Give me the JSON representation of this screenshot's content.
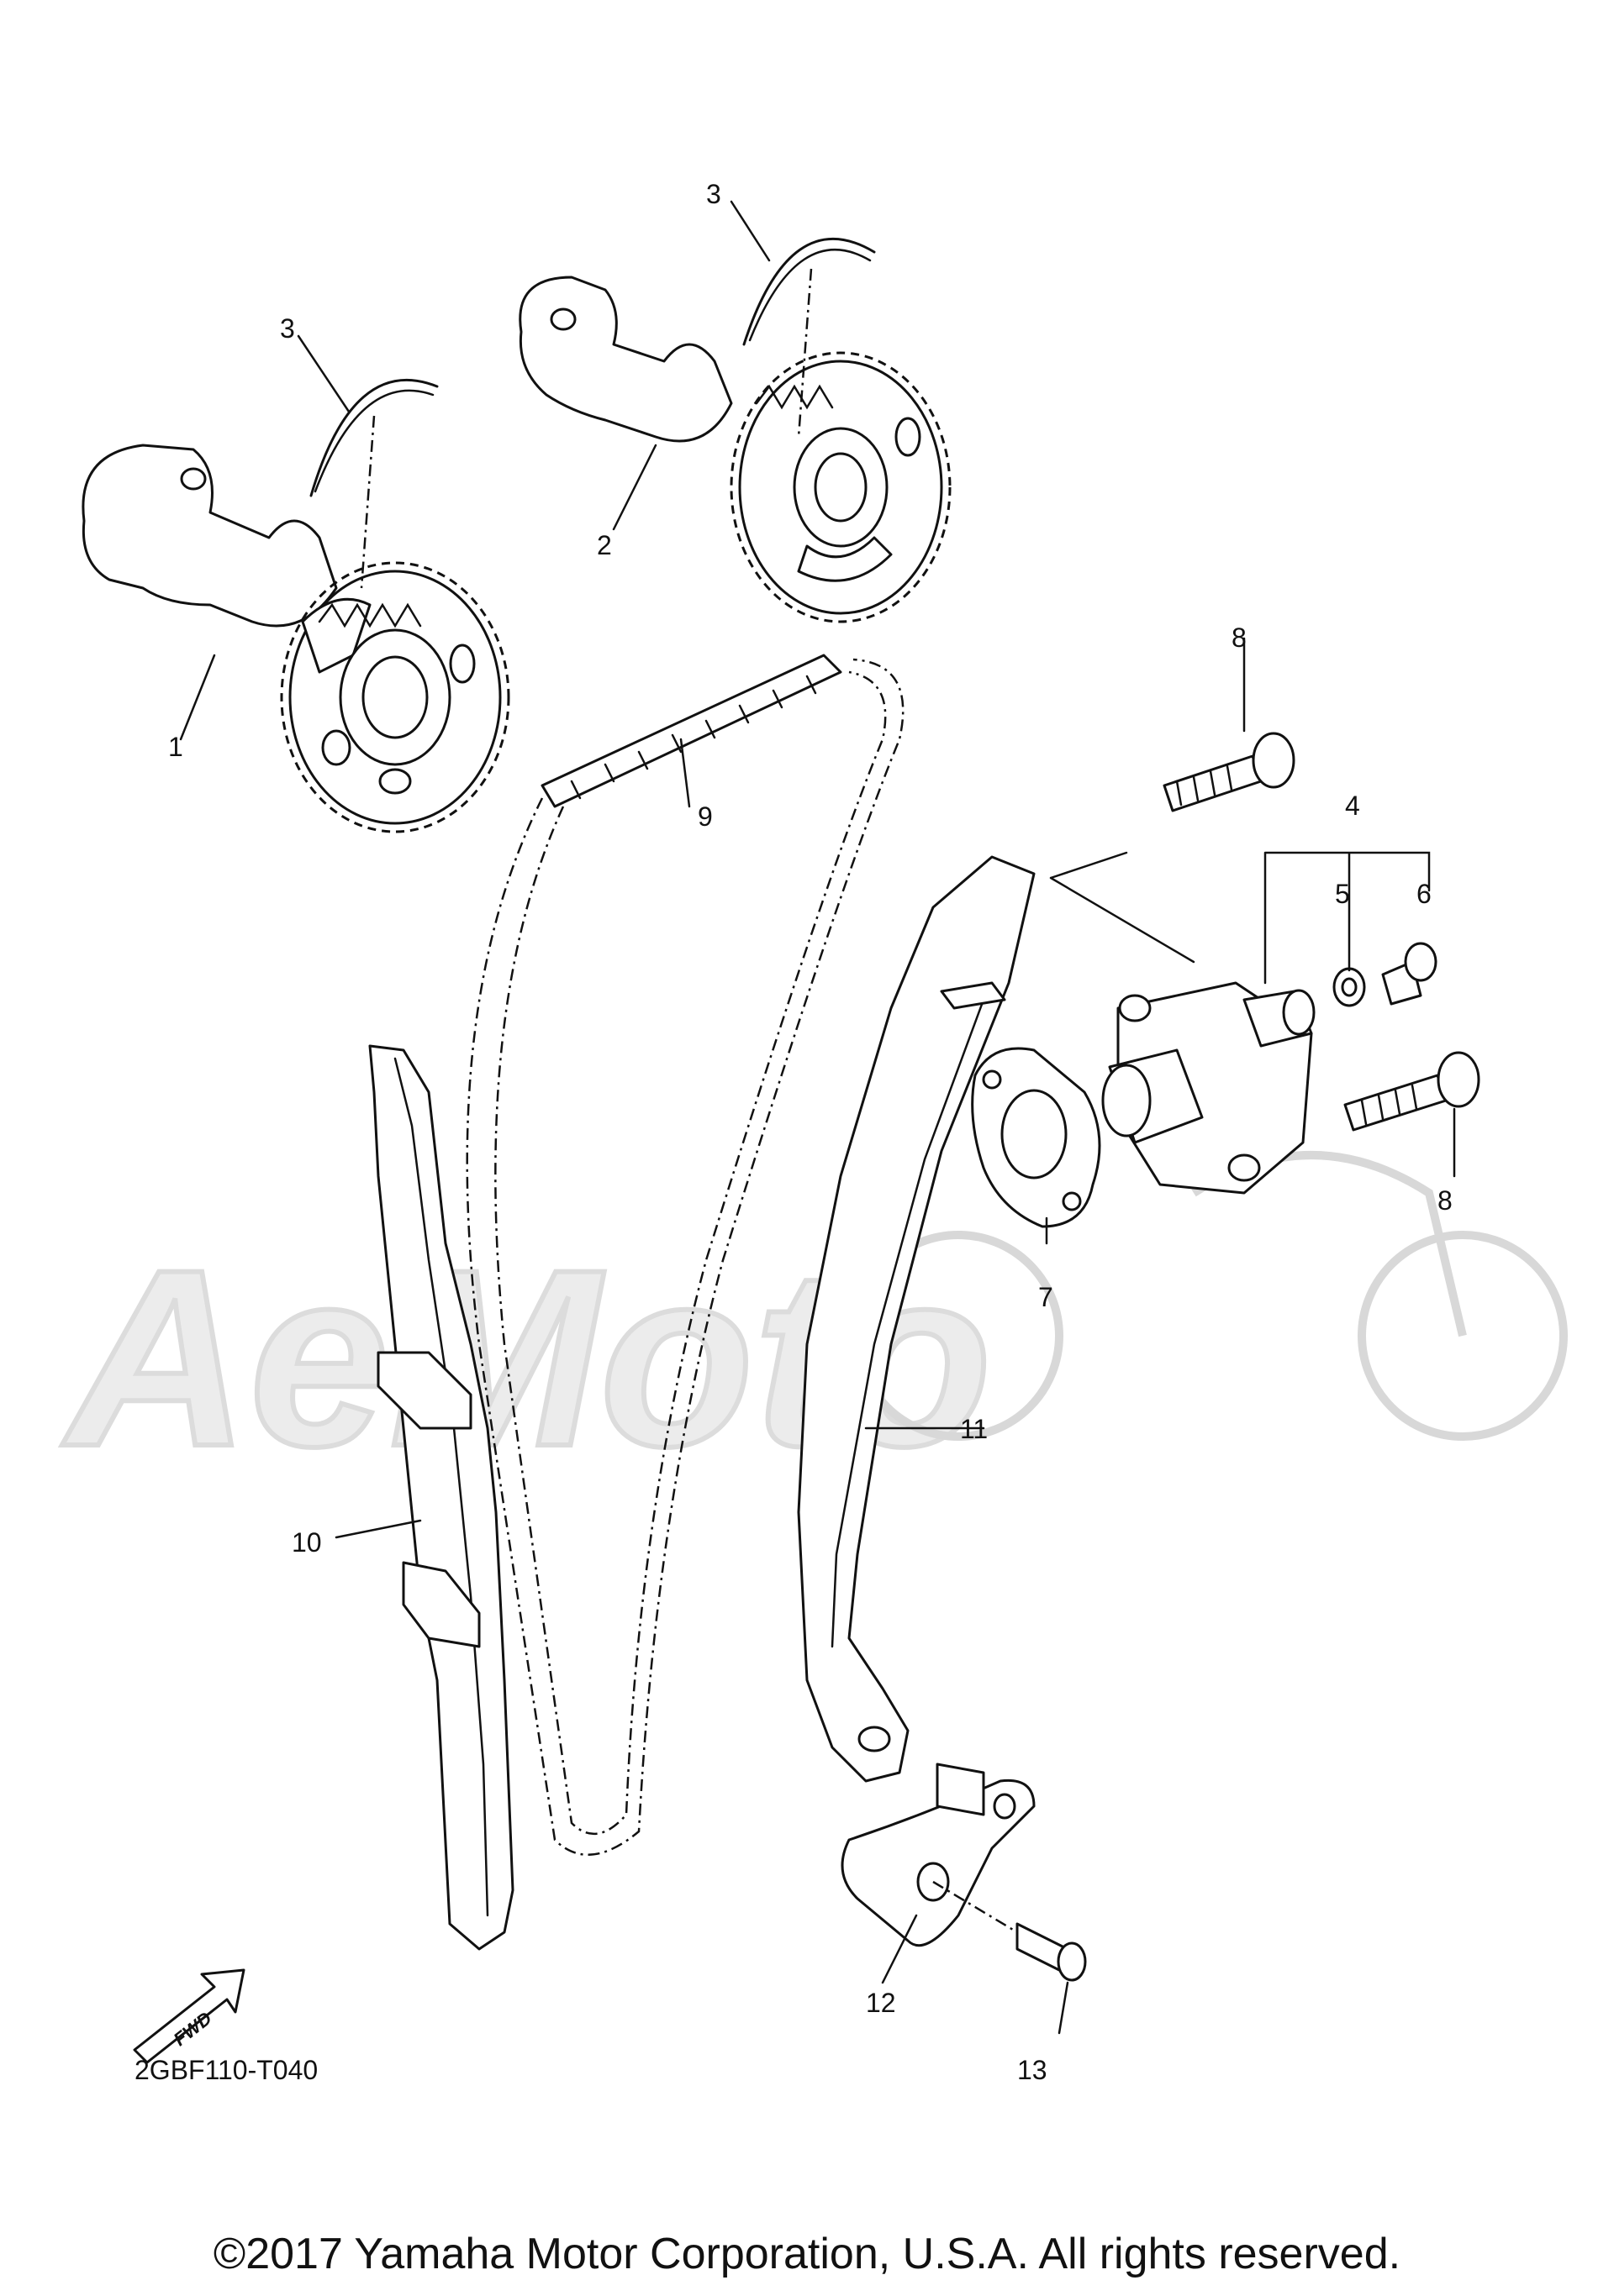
{
  "diagram": {
    "diagram_code": "2GBF110-T040",
    "copyright": "©2017 Yamaha Motor Corporation, U.S.A. All rights reserved.",
    "watermark_text": "AeMoto",
    "fwd_label": "FWD",
    "callouts": [
      "1",
      "2",
      "3",
      "3",
      "4",
      "5",
      "6",
      "7",
      "8",
      "8",
      "9",
      "10",
      "11",
      "12",
      "13"
    ]
  }
}
